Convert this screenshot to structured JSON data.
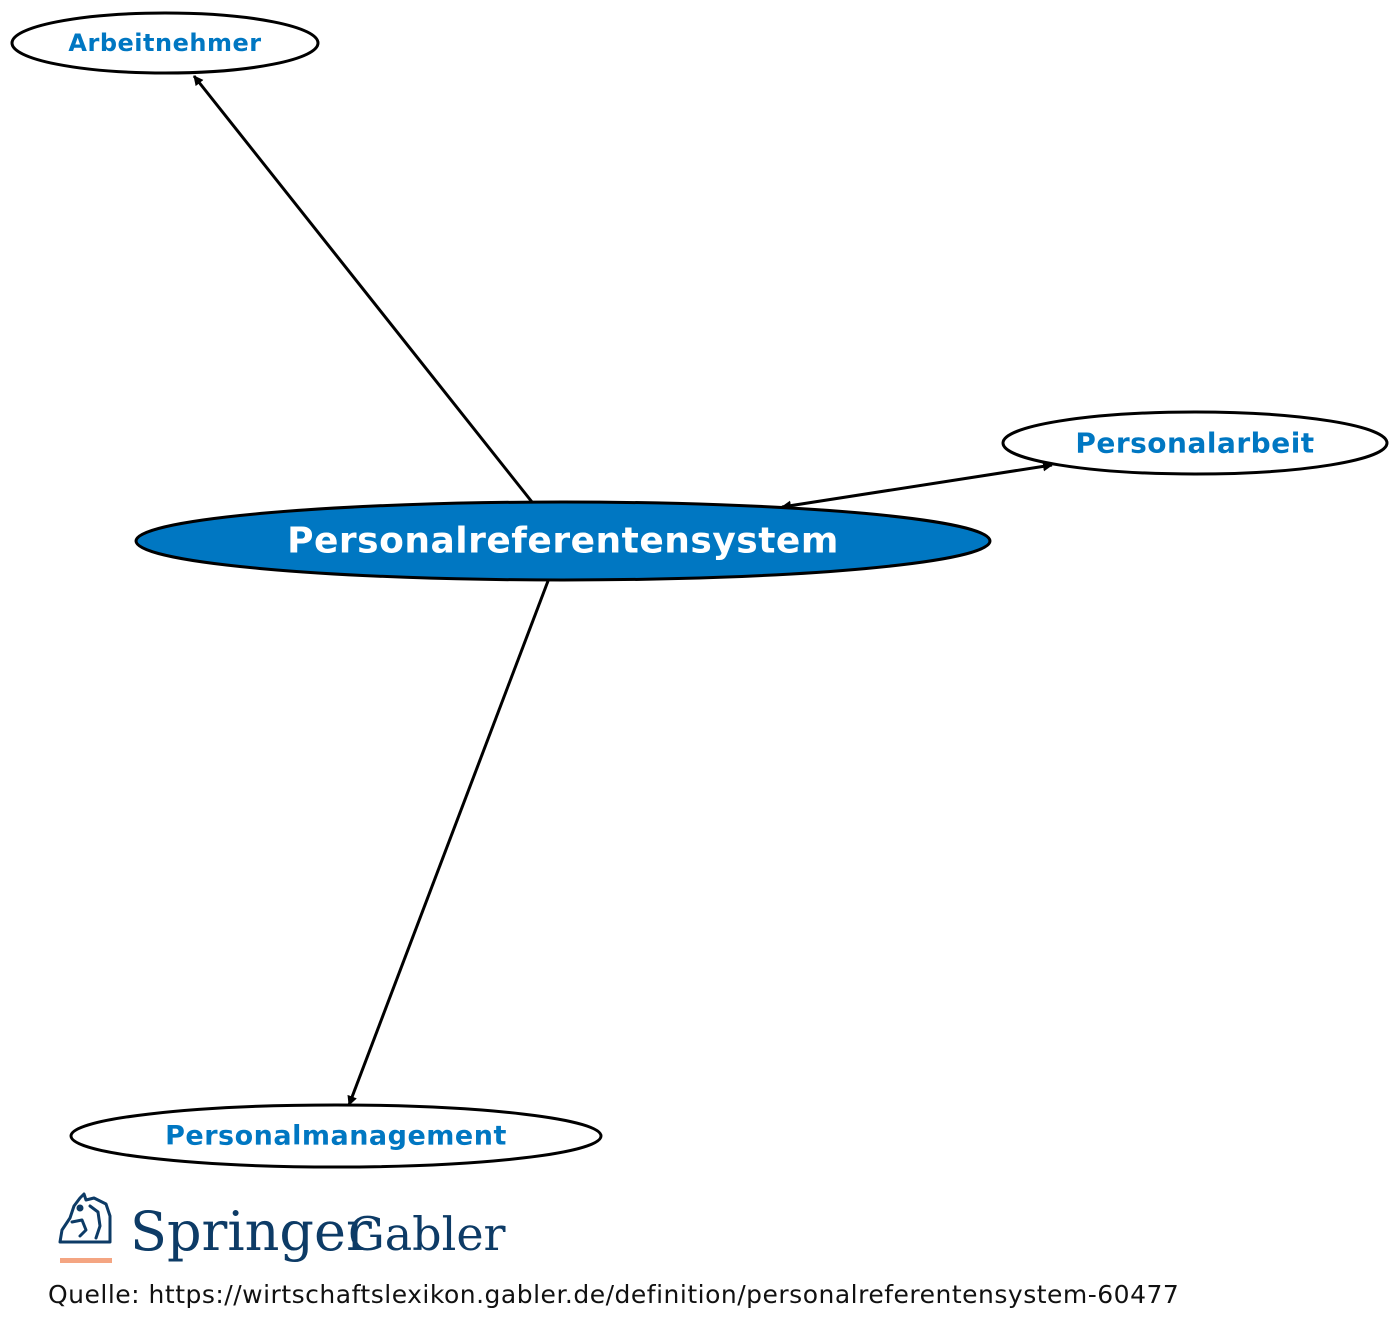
{
  "colors": {
    "accent": "#0077c2",
    "node_fill_main": "#0077c2",
    "node_fill_other": "#ffffff",
    "node_stroke": "#000000",
    "edge": "#000000",
    "label_main": "#ffffff",
    "label_other": "#0077c2",
    "logo_text": "#0d3b66",
    "logo_underline": "#f4a582"
  },
  "nodes": [
    {
      "id": "arbeitnehmer",
      "label": "Arbeitnehmer",
      "main": false
    },
    {
      "id": "personalarbeit",
      "label": "Personalarbeit",
      "main": false
    },
    {
      "id": "personalreferentensystem",
      "label": "Personalreferentensystem",
      "main": true
    },
    {
      "id": "personalmanagement",
      "label": "Personalmanagement",
      "main": false
    }
  ],
  "edges": [
    {
      "from": "personalreferentensystem",
      "to": "arbeitnehmer",
      "direction": "forward"
    },
    {
      "from": "personalreferentensystem",
      "to": "personalarbeit",
      "direction": "both"
    },
    {
      "from": "personalreferentensystem",
      "to": "personalmanagement",
      "direction": "forward"
    }
  ],
  "logo": {
    "icon": "springer-knight-horse-icon",
    "word1": "Springer",
    "word2": "Gabler"
  },
  "source": {
    "text": "Quelle: https://wirtschaftslexikon.gabler.de/definition/personalreferentensystem-60477"
  }
}
